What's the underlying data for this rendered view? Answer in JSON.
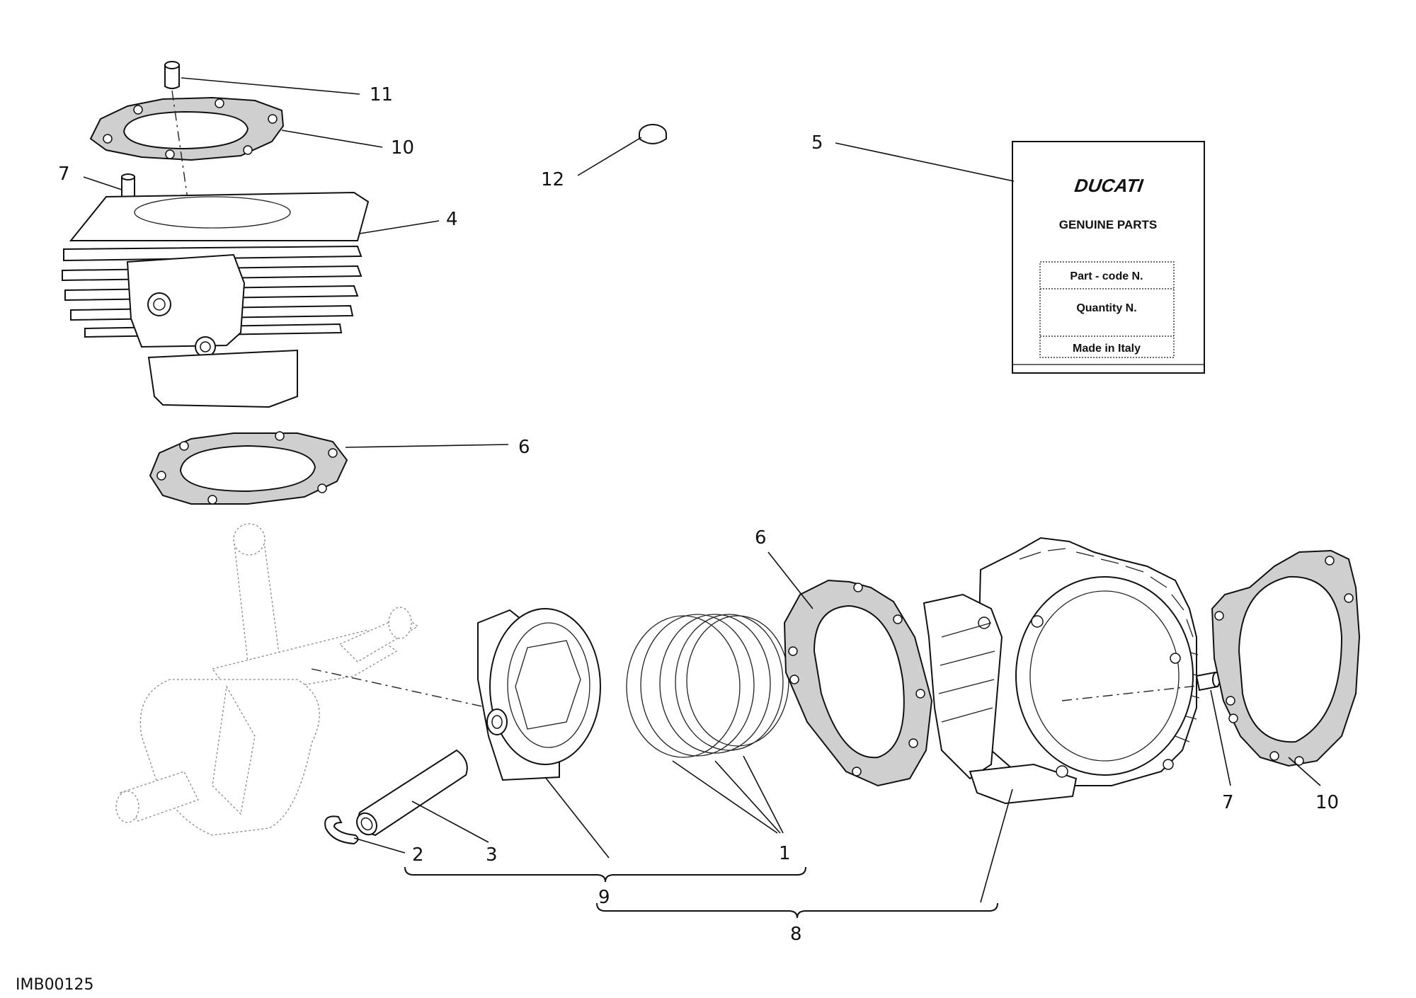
{
  "callouts": {
    "c11": "11",
    "c10_top": "10",
    "c7_top": "7",
    "c4": "4",
    "c12": "12",
    "c5": "5",
    "c6_top": "6",
    "c6_mid": "6",
    "c2": "2",
    "c3": "3",
    "c9": "9",
    "c1": "1",
    "c8": "8",
    "c7_right": "7",
    "c10_right": "10"
  },
  "parts_label": {
    "brand": "DUCATI",
    "heading": "GENUINE PARTS",
    "part_code": "Part - code N.",
    "quantity": "Quantity N.",
    "origin": "Made in Italy"
  },
  "drawing_code": "IMB00125"
}
